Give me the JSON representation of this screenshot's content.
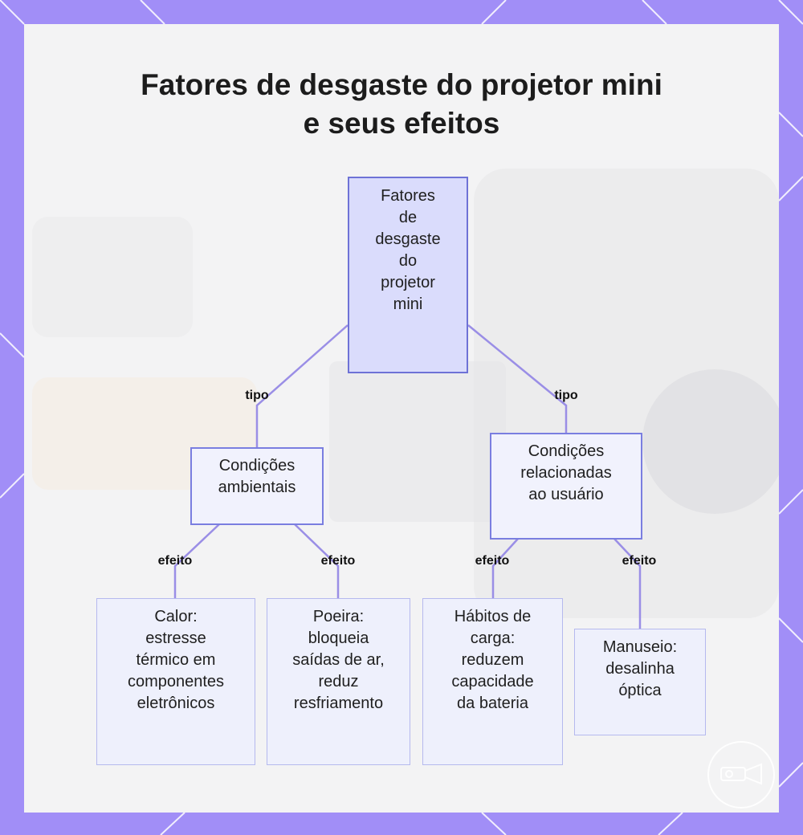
{
  "title": {
    "line1": "Fatores de desgaste do projetor mini",
    "line2": "e seus efeitos"
  },
  "colors": {
    "frame": "#a18ef7",
    "card": "#f3f3f4",
    "root_fill": "#dadcfc",
    "root_border": "#6e72d6",
    "node_fill": "#f1f2fd",
    "node_border": "#7a7ee0",
    "leaf_fill": "#eef0fc",
    "leaf_border": "#b5b9ee",
    "connector": "#9a8ee6"
  },
  "diagram": {
    "root": {
      "label": "Fatores\nde\ndesgaste\ndo\nprojetor\nmini"
    },
    "branches": [
      {
        "edge_label": "tipo",
        "label": "Condições\nambientais",
        "children": [
          {
            "edge_label": "efeito",
            "label": "Calor:\nestresse\ntérmico em\ncomponentes\neletrônicos"
          },
          {
            "edge_label": "efeito",
            "label": "Poeira:\nbloqueia\nsaídas de ar,\nreduz\nresfriamento"
          }
        ]
      },
      {
        "edge_label": "tipo",
        "label": "Condições\nrelacionadas\nao usuário",
        "children": [
          {
            "edge_label": "efeito",
            "label": "Hábitos de\ncarga:\nreduzem\ncapacidade\nda bateria"
          },
          {
            "edge_label": "efeito",
            "label": "Manuseio:\ndesalinha\nóptica"
          }
        ]
      }
    ]
  },
  "logo_icon": "projector-icon"
}
